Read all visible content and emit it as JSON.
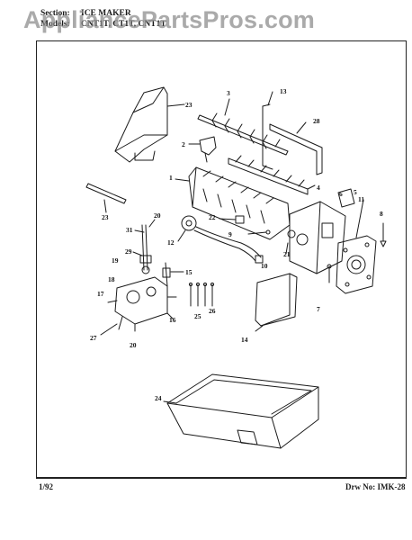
{
  "watermark": "AppliancePartsPros.com",
  "header": {
    "section_label": "Section:",
    "section_value": "ICE MAKER",
    "models_label": "Models:",
    "models_value": "CNT1T, CT1T, CNT1T"
  },
  "footer": {
    "date": "1/92",
    "drawing_number": "Drw No: IMK-28"
  },
  "callouts": [
    "1",
    "2",
    "3",
    "4",
    "5",
    "6",
    "7",
    "8",
    "9",
    "10",
    "11",
    "12",
    "13",
    "14",
    "15",
    "16",
    "17",
    "18",
    "19",
    "20",
    "20",
    "21",
    "22",
    "23",
    "24",
    "25",
    "26",
    "27",
    "28",
    "29",
    "30",
    "31"
  ],
  "colors": {
    "line": "#1a1a1a",
    "watermark": "#8a8a8a"
  }
}
